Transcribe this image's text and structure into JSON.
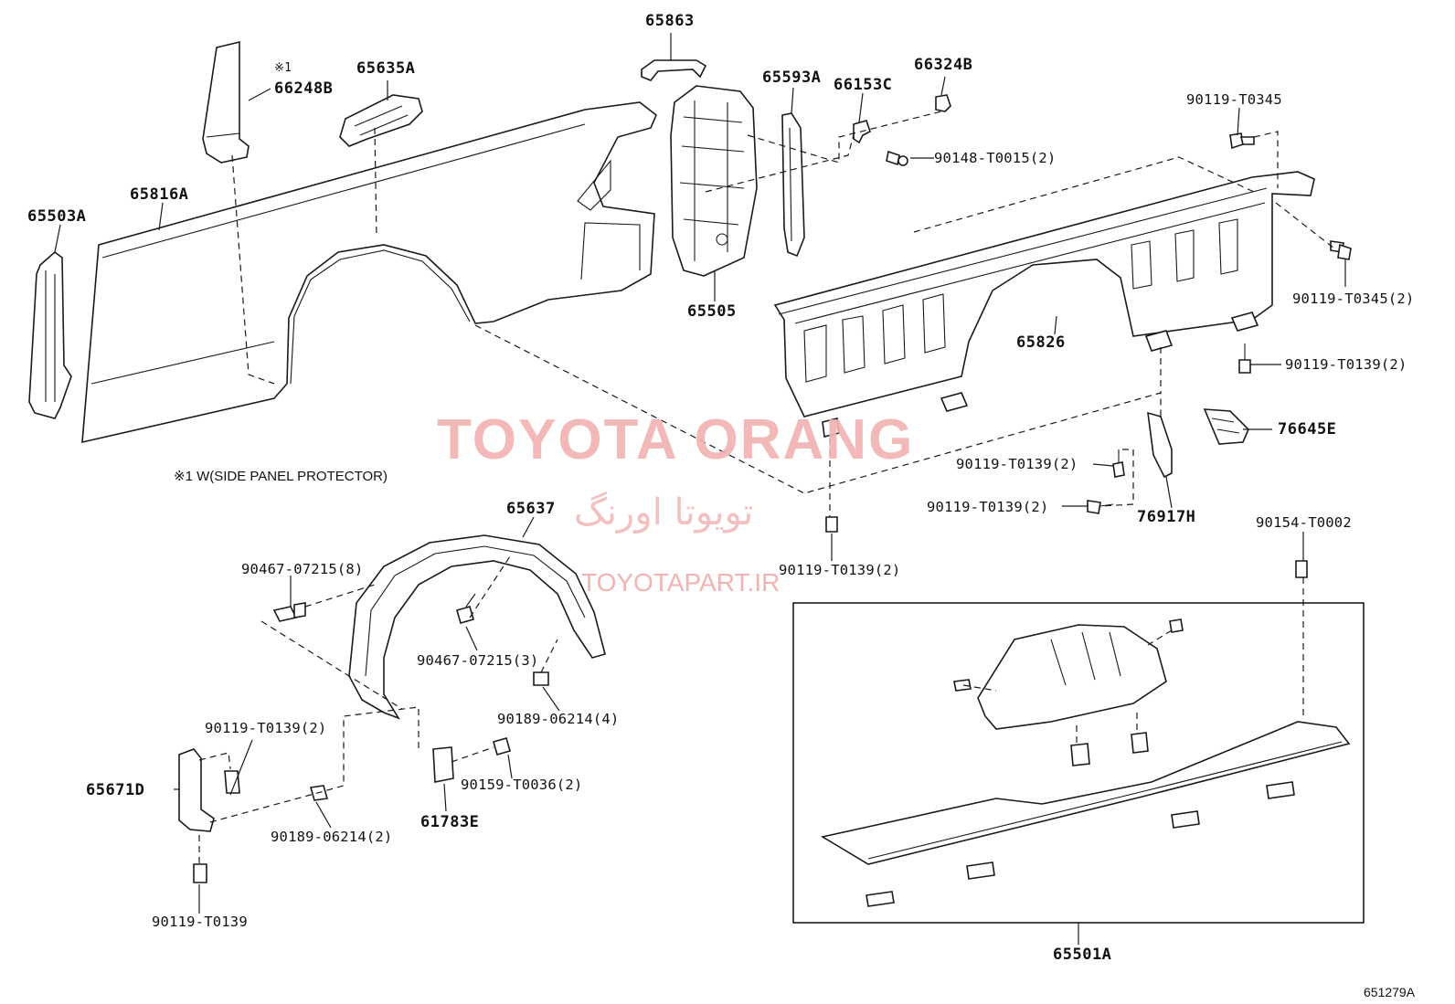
{
  "diagram_code": "651279A",
  "note": "※1 W(SIDE PANEL PROTECTOR)",
  "note_mark": "※1",
  "watermark": {
    "brand": "TOYOTA ORANG",
    "farsi": "تویوتا اورنگ",
    "url": "TOYOTAPART.IR"
  },
  "parts": {
    "p65863": "65863",
    "p66248B": "66248B",
    "p65635A": "65635A",
    "p65593A": "65593A",
    "p66153C": "66153C",
    "p66324B": "66324B",
    "p90119_T0345": "90119-T0345",
    "p90148_T0015": "90148-T0015(2)",
    "p65816A": "65816A",
    "p65503A": "65503A",
    "p65505": "65505",
    "p90119_T0345_2": "90119-T0345(2)",
    "p65826": "65826",
    "p90119_T0139_r": "90119-T0139(2)",
    "p76645E": "76645E",
    "p90119_T0139_a": "90119-T0139(2)",
    "p90119_T0139_b": "90119-T0139(2)",
    "p76917H": "76917H",
    "p65637": "65637",
    "p90154_T0002": "90154-T0002",
    "p90467_07215_8": "90467-07215(8)",
    "p90119_T0139_c": "90119-T0139(2)",
    "p90467_07215_3": "90467-07215(3)",
    "p90189_06214_4": "90189-06214(4)",
    "p90119_T0139_d": "90119-T0139(2)",
    "p65671D": "65671D",
    "p90159_T0036": "90159-T0036(2)",
    "p90189_06214_2": "90189-06214(2)",
    "p61783E": "61783E",
    "p90119_T0139_e": "90119-T0139",
    "p65501A": "65501A"
  }
}
